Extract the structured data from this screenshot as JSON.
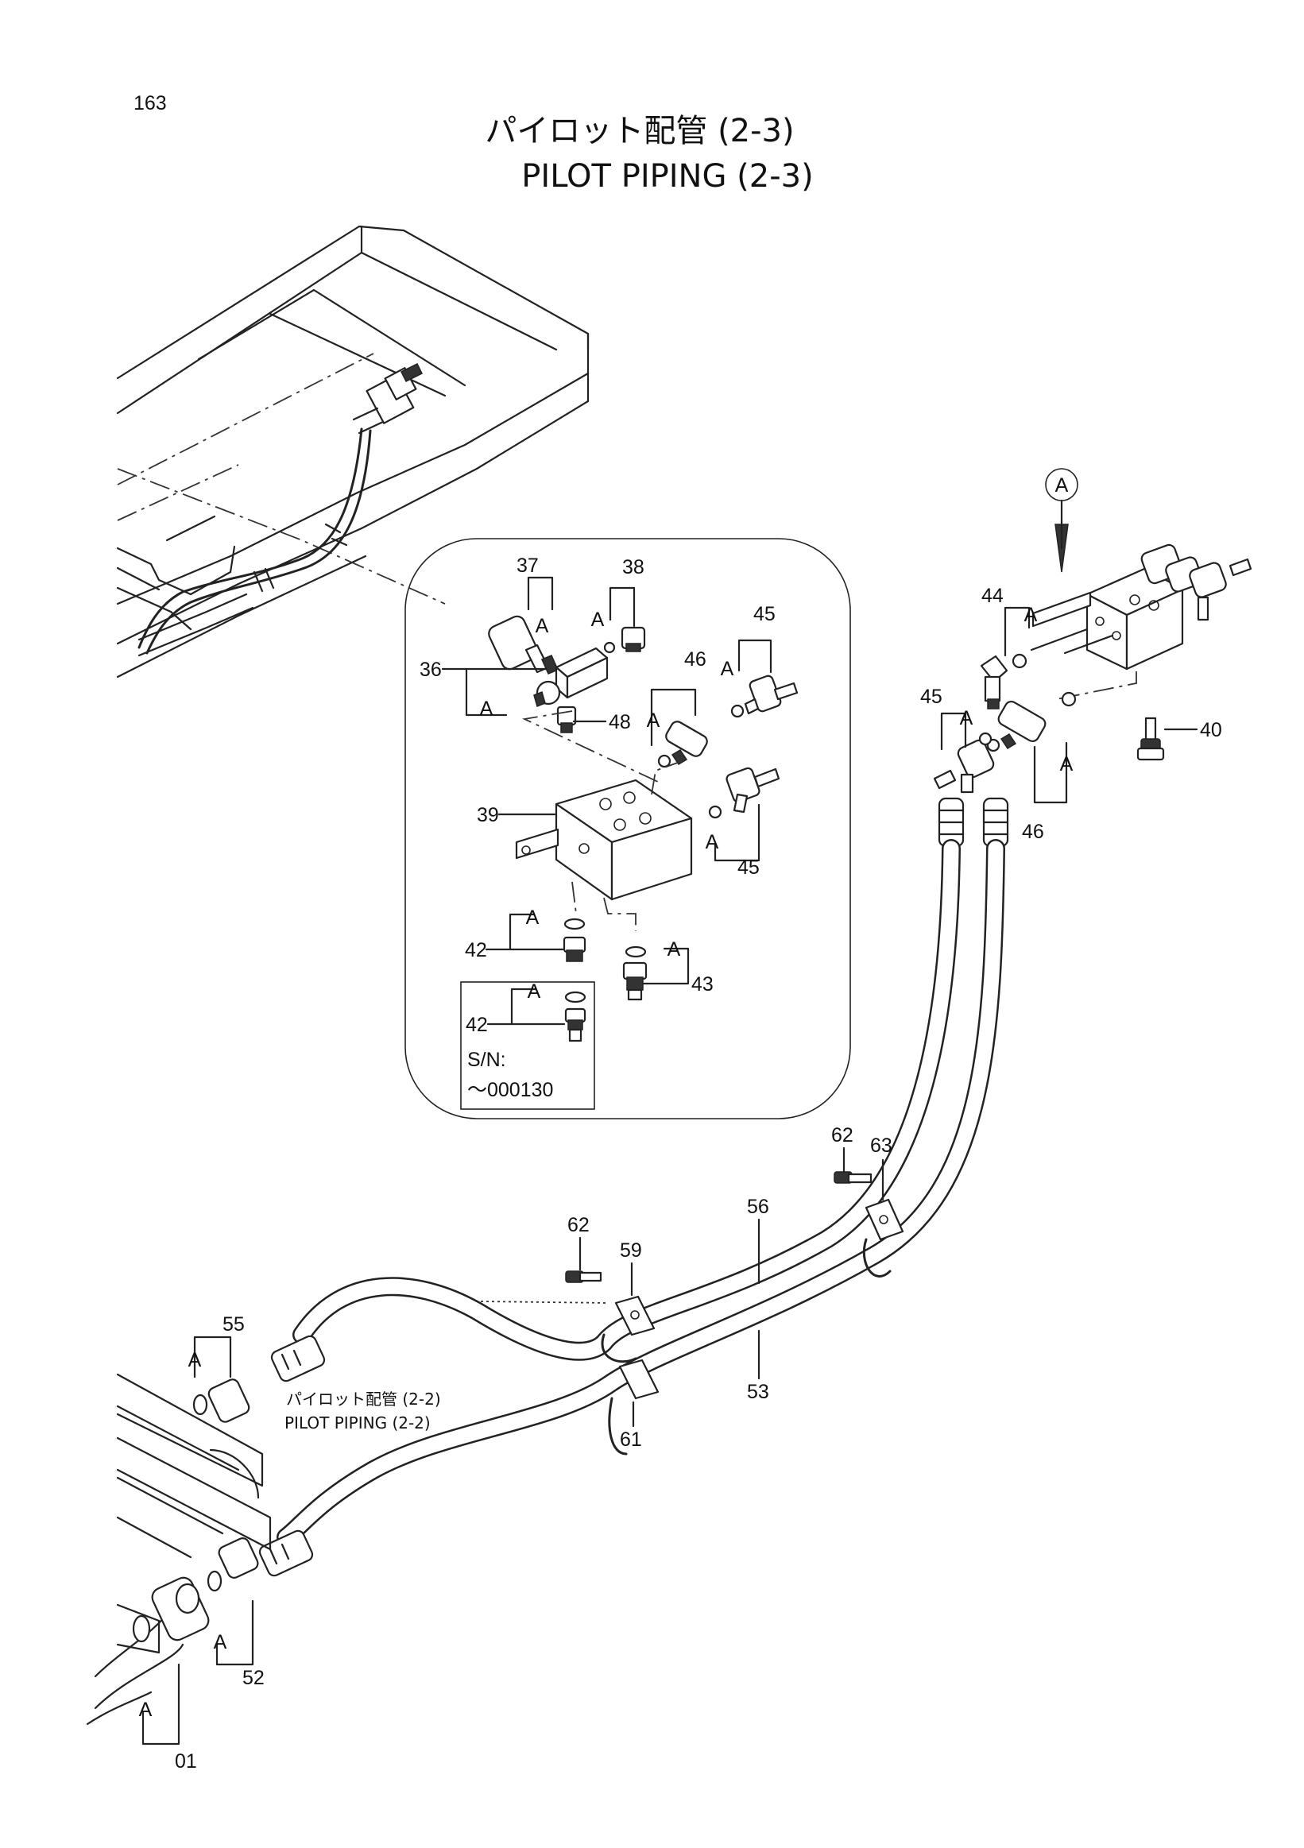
{
  "page_number": "163",
  "title_jp": "パイロット配管 (2-3)",
  "title_en": "PILOT PIPING (2-3)",
  "reference_jp": "パイロット配管 (2-2)",
  "reference_en": "PILOT PIPING (2-2)",
  "detail_marker": "A",
  "oring_mark": "A",
  "serial_note_line1": "S/N:",
  "serial_note_line2": "～000130",
  "part_labels": [
    "37",
    "38",
    "36",
    "45",
    "46",
    "48",
    "39",
    "45",
    "42",
    "43",
    "42",
    "44",
    "45",
    "40",
    "46",
    "62",
    "63",
    "62",
    "56",
    "59",
    "55",
    "53",
    "61",
    "52",
    "01"
  ]
}
